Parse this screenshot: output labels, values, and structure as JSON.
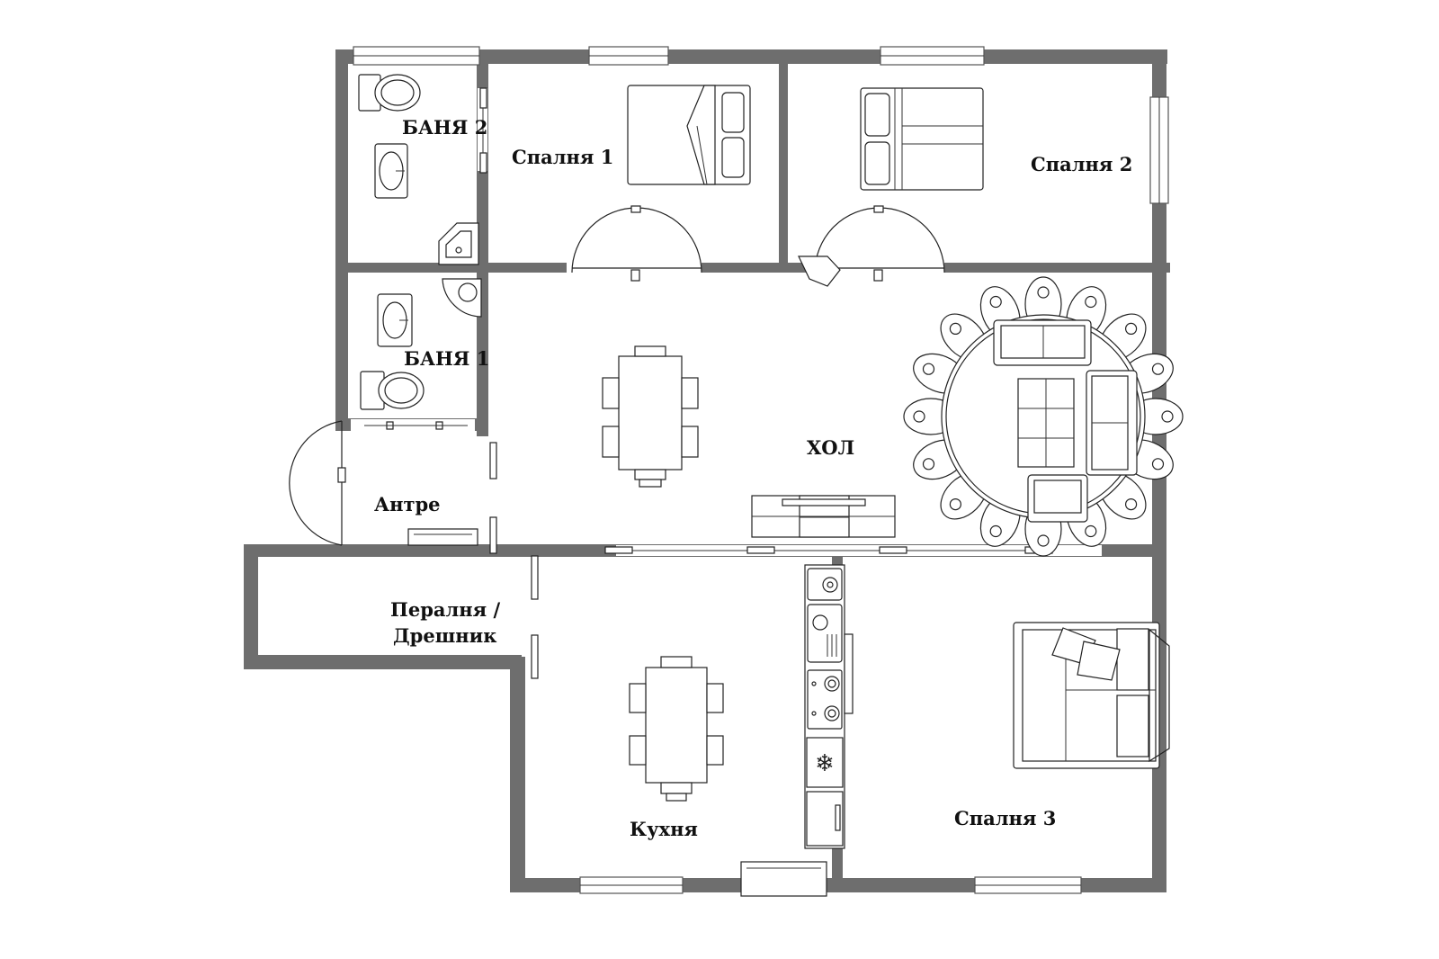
{
  "rooms": {
    "bath2": "БАНЯ 2",
    "bedroom1": "Спалня 1",
    "bedroom2": "Спалня 2",
    "bath1": "БАНЯ 1",
    "living": "ХОЛ",
    "entrance": "Антре",
    "laundry_line1": "Пералня /",
    "laundry_line2": "Дрешник",
    "kitchen": "Кухня",
    "bedroom3": "Спалня 3"
  },
  "colors": {
    "wall": "#6e6e6e",
    "line": "#222222",
    "background": "#ffffff"
  },
  "icons": {
    "fridge": "snowflake-icon"
  }
}
